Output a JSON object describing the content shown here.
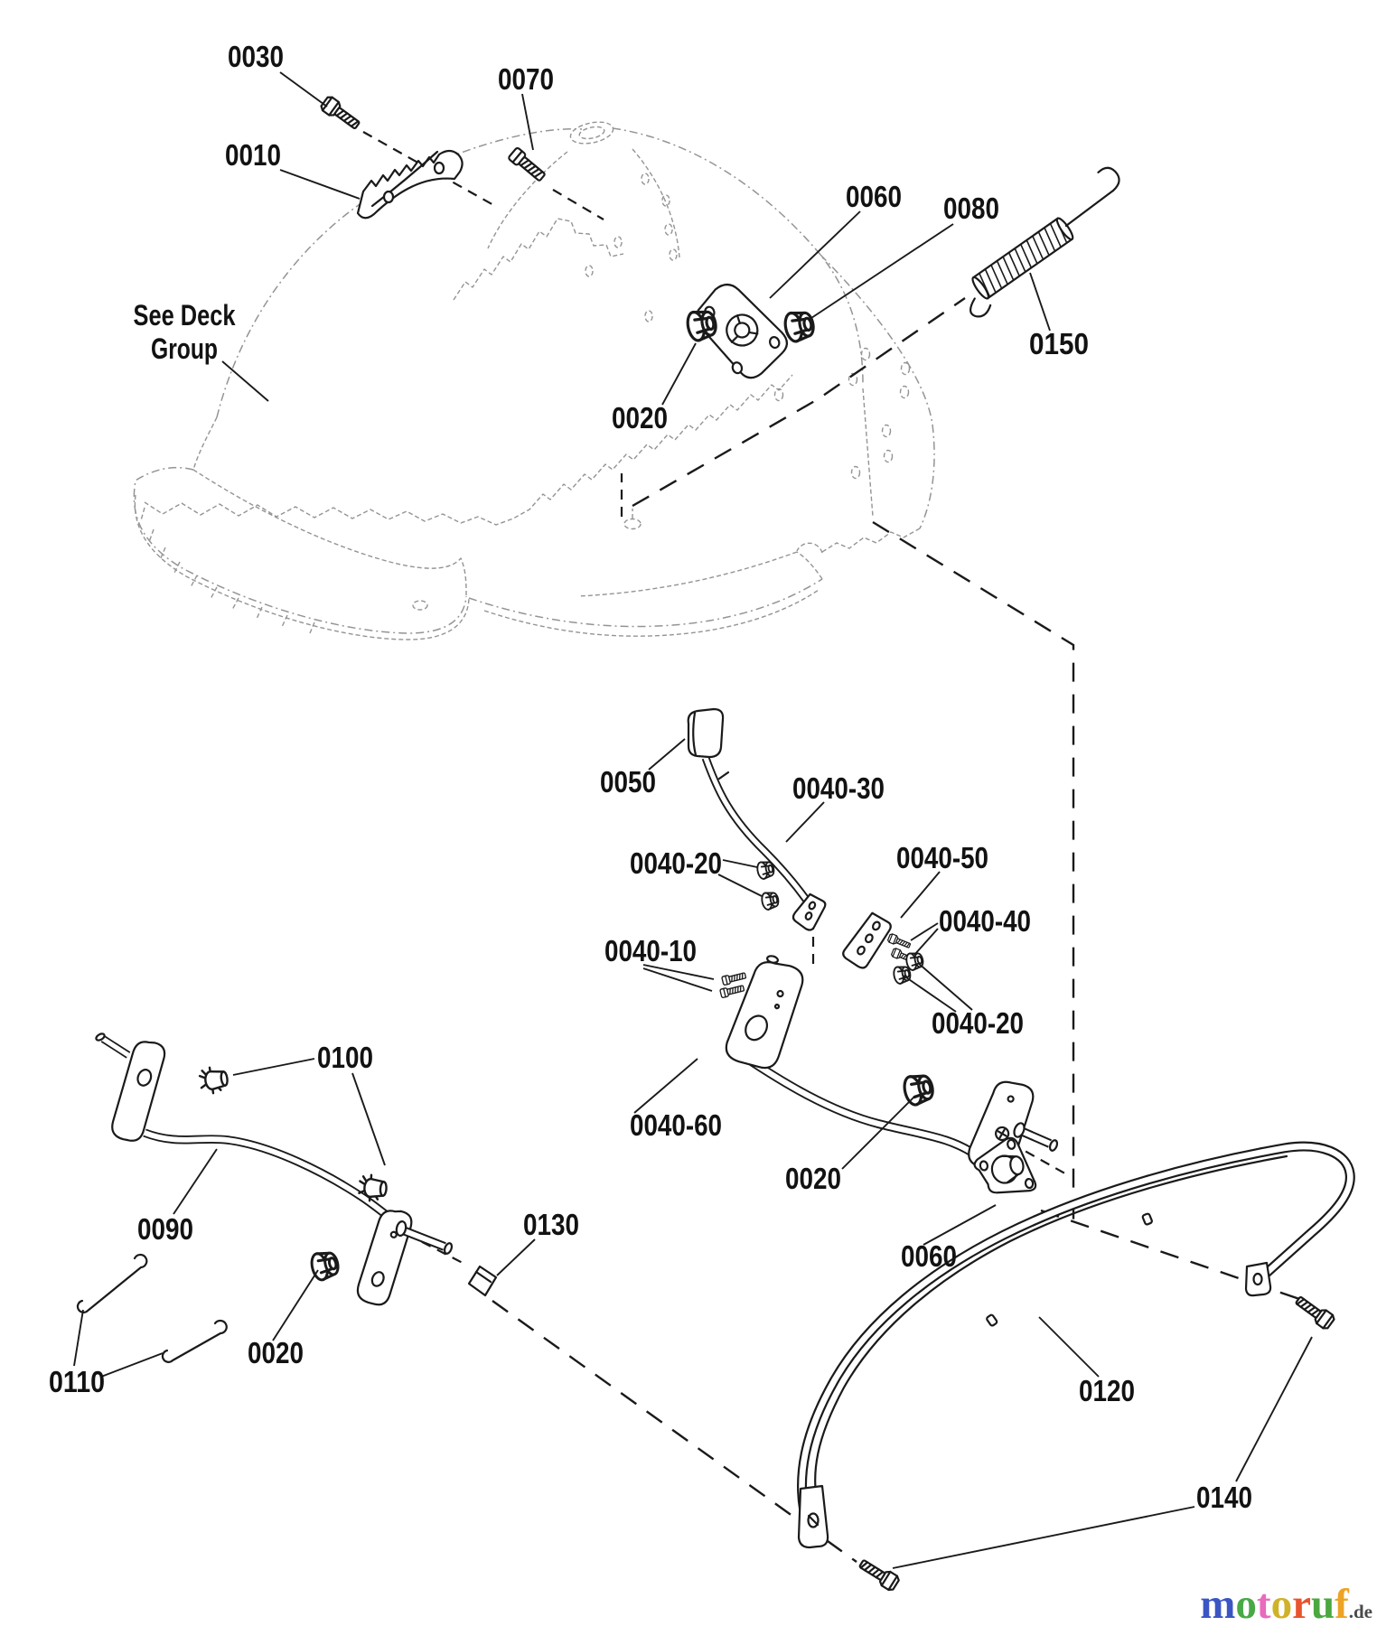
{
  "diagram": {
    "type": "exploded-parts-diagram",
    "note": {
      "line1": "See Deck",
      "line2": "Group"
    },
    "ink_color": "#1a1a1a",
    "phantom_color": "#949494"
  },
  "part_labels": {
    "p0010": "0010",
    "p0020": "0020",
    "p0030": "0030",
    "p0040_10": "0040-10",
    "p0040_20": "0040-20",
    "p0040_30": "0040-30",
    "p0040_40": "0040-40",
    "p0040_50": "0040-50",
    "p0040_60": "0040-60",
    "p0050": "0050",
    "p0060": "0060",
    "p0070": "0070",
    "p0080": "0080",
    "p0090": "0090",
    "p0100": "0100",
    "p0110": "0110",
    "p0120": "0120",
    "p0130": "0130",
    "p0140": "0140",
    "p0150": "0150"
  },
  "branding": {
    "logo_letters": [
      {
        "ch": "m",
        "color": "#3b55c5"
      },
      {
        "ch": "o",
        "color": "#49a946"
      },
      {
        "ch": "t",
        "color": "#e86bbd"
      },
      {
        "ch": "o",
        "color": "#d0b22a"
      },
      {
        "ch": "r",
        "color": "#e8542e"
      },
      {
        "ch": "u",
        "color": "#4aa83f"
      },
      {
        "ch": "f",
        "color": "#eda324"
      }
    ],
    "logo_suffix": ".de"
  }
}
